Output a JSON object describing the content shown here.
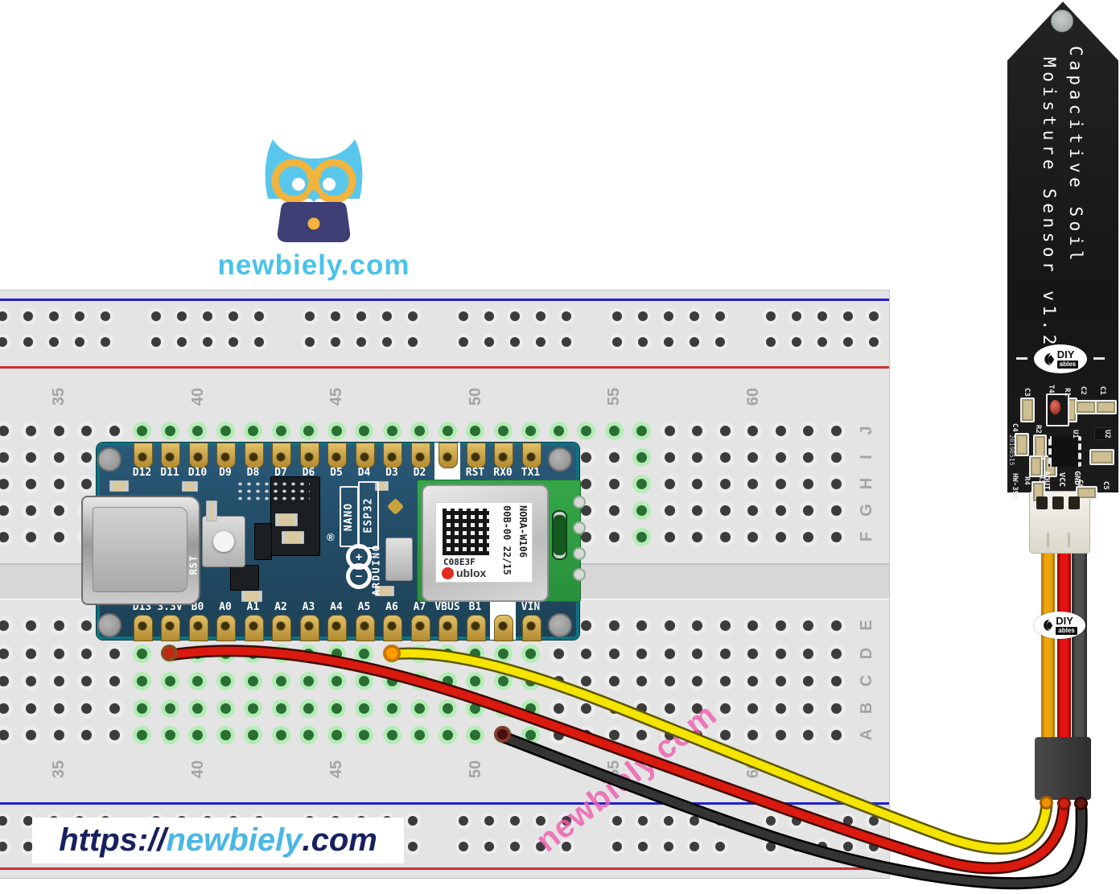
{
  "branding": {
    "logo_text": "newbiely.com",
    "watermark": "newbiely.com",
    "url": {
      "protocol": "https://",
      "name": "newbiely",
      "tld": ".com"
    }
  },
  "breadboard": {
    "column_numbers": [
      "35",
      "40",
      "45",
      "50",
      "55",
      "60"
    ],
    "row_letters_top": [
      "J",
      "I",
      "H",
      "G",
      "F"
    ],
    "row_letters_bottom": [
      "E",
      "D",
      "C",
      "B",
      "A"
    ]
  },
  "arduino": {
    "top_pins": [
      "D12",
      "D11",
      "D10",
      "D9",
      "D8",
      "D7",
      "D6",
      "D5",
      "D4",
      "D3",
      "D2",
      "",
      "RST",
      "RX0",
      "TX1"
    ],
    "bottom_pins": [
      "D13",
      "3.3V",
      "B0",
      "A0",
      "A1",
      "A2",
      "A3",
      "A4",
      "A5",
      "A6",
      "A7",
      "VBUS",
      "B1",
      "",
      "VIN"
    ],
    "silk": {
      "nano": "NANO",
      "esp32": "ESP32",
      "brand": "ARDUINO",
      "reset": "RST",
      "registered": "®",
      "plus": "+",
      "minus": "−"
    },
    "module": {
      "code": "C08E3F",
      "batch": "00B-00 22/15",
      "model": "NORA-W106",
      "brand": "ublox"
    }
  },
  "sensor": {
    "title_line1": "Capacitive Soil",
    "title_line2": "Moisture Sensor v1.2",
    "pin_labels": [
      "AOUT",
      "VCC",
      "GND"
    ],
    "refs": [
      "C3",
      "C4",
      "T4",
      "R1",
      "R2",
      "C1",
      "C2",
      "U1",
      "U2",
      "R3",
      "R4",
      "C5",
      "C6"
    ],
    "date_code": "20190515",
    "model": "HW-390",
    "logo": {
      "diy": "DIY",
      "ables": "ables"
    }
  },
  "wires": [
    {
      "id": "power",
      "color": "#da1a0e",
      "arduino_pin": "3.3V",
      "sensor_pin": "VCC"
    },
    {
      "id": "signal",
      "color": "#f4e400",
      "arduino_pin": "A6",
      "sensor_pin": "AOUT"
    },
    {
      "id": "ground",
      "color": "#343434",
      "arduino_pin": "GND",
      "sensor_pin": "GND"
    }
  ],
  "colors": {
    "accent_cyan": "#49c3ea",
    "navy": "#17215f",
    "watermark_pink": "#ee5fae",
    "breadboard_rail_blue": "#2020d0",
    "breadboard_rail_red": "#d03030"
  }
}
